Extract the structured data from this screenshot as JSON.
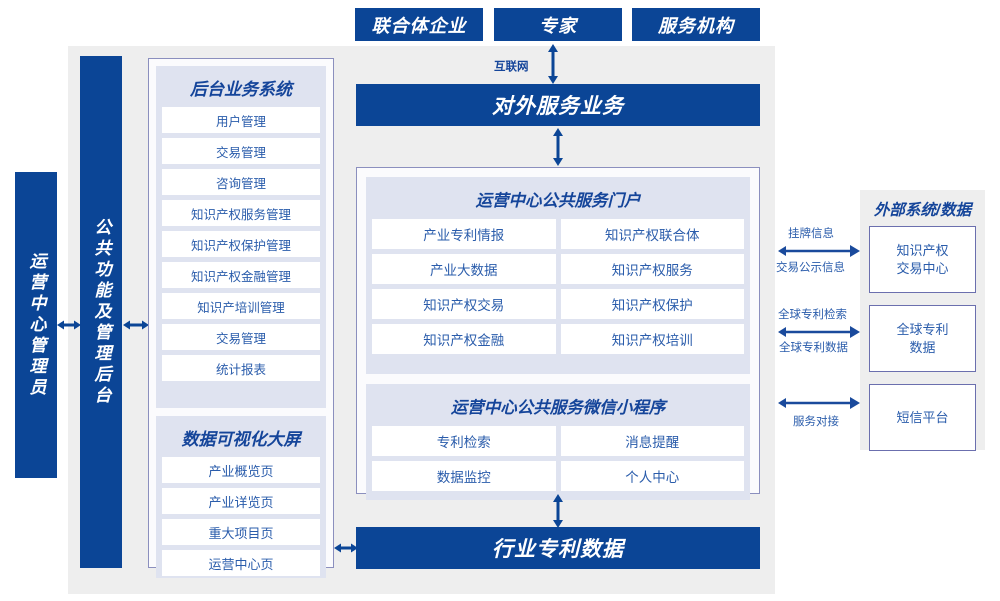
{
  "top_actors": [
    {
      "label": "联合体企业"
    },
    {
      "label": "专家"
    },
    {
      "label": "服务机构"
    }
  ],
  "internet_label": "互联网",
  "external_service_bar": "对外服务业务",
  "industry_data_bar": "行业专利数据",
  "left_bars": {
    "admin": "运营中心管理员",
    "public": "公共功能及管理后台"
  },
  "backend": {
    "title": "后台业务系统",
    "items": [
      "用户管理",
      "交易管理",
      "咨询管理",
      "知识产权服务管理",
      "知识产权保护管理",
      "知识产权金融管理",
      "知识产培训管理",
      "交易管理",
      "统计报表"
    ]
  },
  "bigscreen": {
    "title": "数据可视化大屏",
    "items": [
      "产业概览页",
      "产业详览页",
      "重大项目页",
      "运营中心页"
    ]
  },
  "portal": {
    "title": "运营中心公共服务门户",
    "items": [
      "产业专利情报",
      "知识产权联合体",
      "产业大数据",
      "知识产权服务",
      "知识产权交易",
      "知识产权保护",
      "知识产权金融",
      "知识产权培训"
    ]
  },
  "miniapp": {
    "title": "运营中心公共服务微信小程序",
    "items": [
      "专利检索",
      "消息提醒",
      "数据监控",
      "个人中心"
    ]
  },
  "external": {
    "title": "外部系统/数据",
    "items": [
      {
        "label": "知识产权\n交易中心",
        "line1": "知识产权",
        "line2": "交易中心"
      },
      {
        "label": "全球专利\n数据",
        "line1": "全球专利",
        "line2": "数据"
      },
      {
        "label": "短信平台",
        "line1": "短信平台",
        "line2": ""
      }
    ],
    "connector_labels": [
      {
        "above": "挂牌信息",
        "below": "交易公示信息"
      },
      {
        "above": "全球专利检索",
        "below": "全球专利数据"
      },
      {
        "above": "",
        "below": "服务对接"
      }
    ]
  },
  "colors": {
    "brand_blue": "#0b4596",
    "text_blue": "#2a5cab",
    "panel_lavender": "#dfe3f0",
    "container_gray": "#eeeeee",
    "border_purple": "#8b8fbe"
  }
}
